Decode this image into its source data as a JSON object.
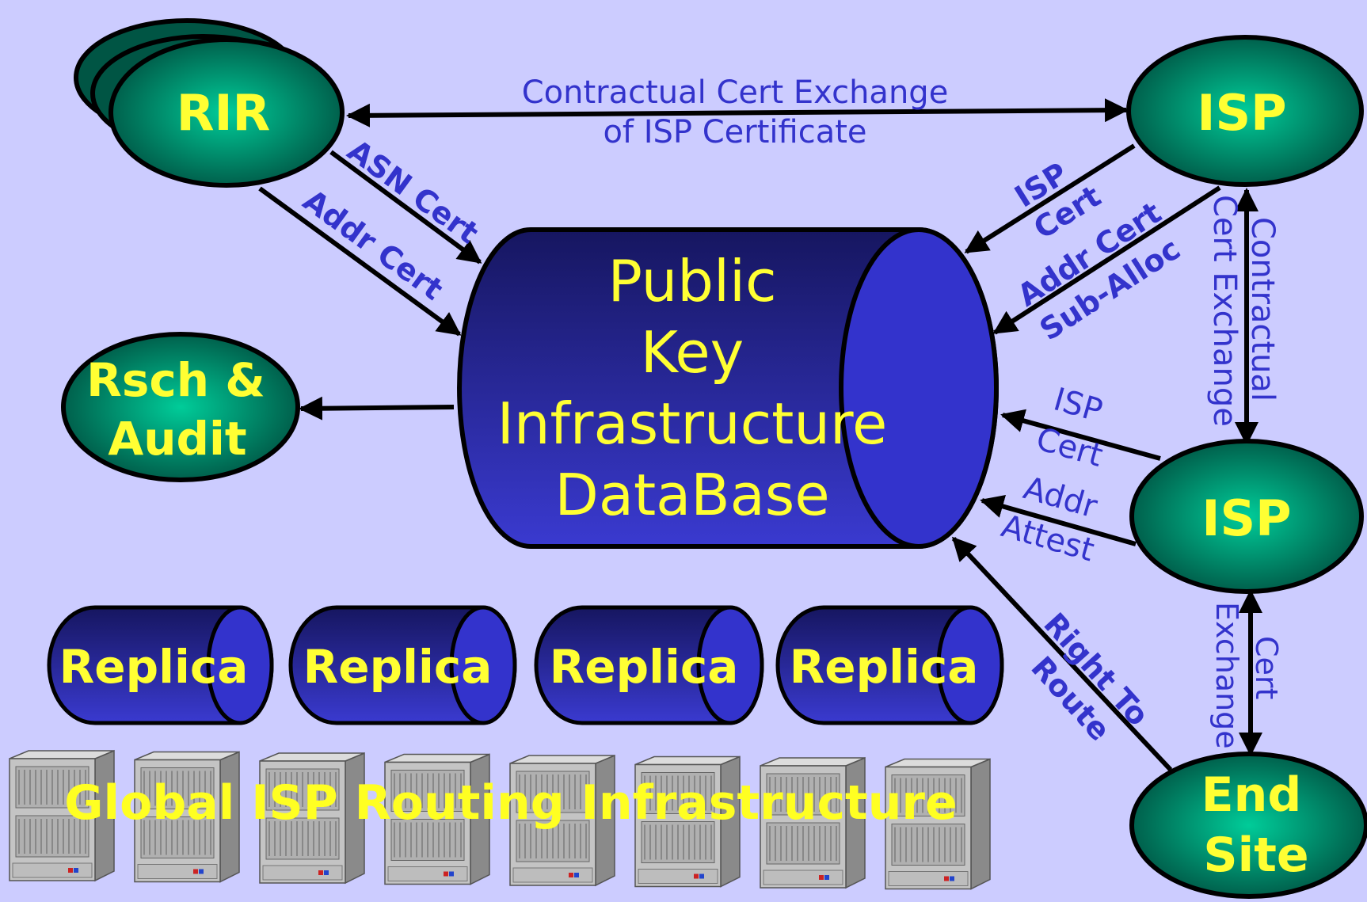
{
  "colors": {
    "background": "#ccccff",
    "node_fill": "#008866",
    "db_fill": "#2a2aaa",
    "label_yellow": "#ffff33",
    "edge_text": "#3333cc",
    "stroke": "#000000"
  },
  "nodes": {
    "rir": "RIR",
    "isp_top": "ISP",
    "isp_mid": "ISP",
    "end_site": [
      "End",
      "Site"
    ],
    "research_audit": [
      "Rsch &",
      "Audit"
    ]
  },
  "database": {
    "lines": [
      "Public",
      "Key",
      "Infrastructure",
      "DataBase"
    ]
  },
  "replicas": [
    "Replica",
    "Replica",
    "Replica",
    "Replica"
  ],
  "infrastructure_label": "Global ISP Routing Infrastructure",
  "edges": {
    "contractual_top": [
      "Contractual Cert Exchange",
      "of ISP Certificate"
    ],
    "asn_cert": "ASN Cert",
    "addr_cert": "Addr Cert",
    "isp_cert_top": [
      "ISP",
      "Cert"
    ],
    "addr_cert_suballoc": [
      "Addr Cert",
      "Sub-Alloc"
    ],
    "contractual_right": [
      "Contractual",
      "Cert Exchange"
    ],
    "isp_cert_mid": [
      "ISP",
      "Cert"
    ],
    "addr_attest": [
      "Addr",
      "Attest"
    ],
    "right_to_route": [
      "Right To",
      "Route"
    ],
    "cert_exchange_bottom": [
      "Cert",
      "Exchange"
    ]
  }
}
